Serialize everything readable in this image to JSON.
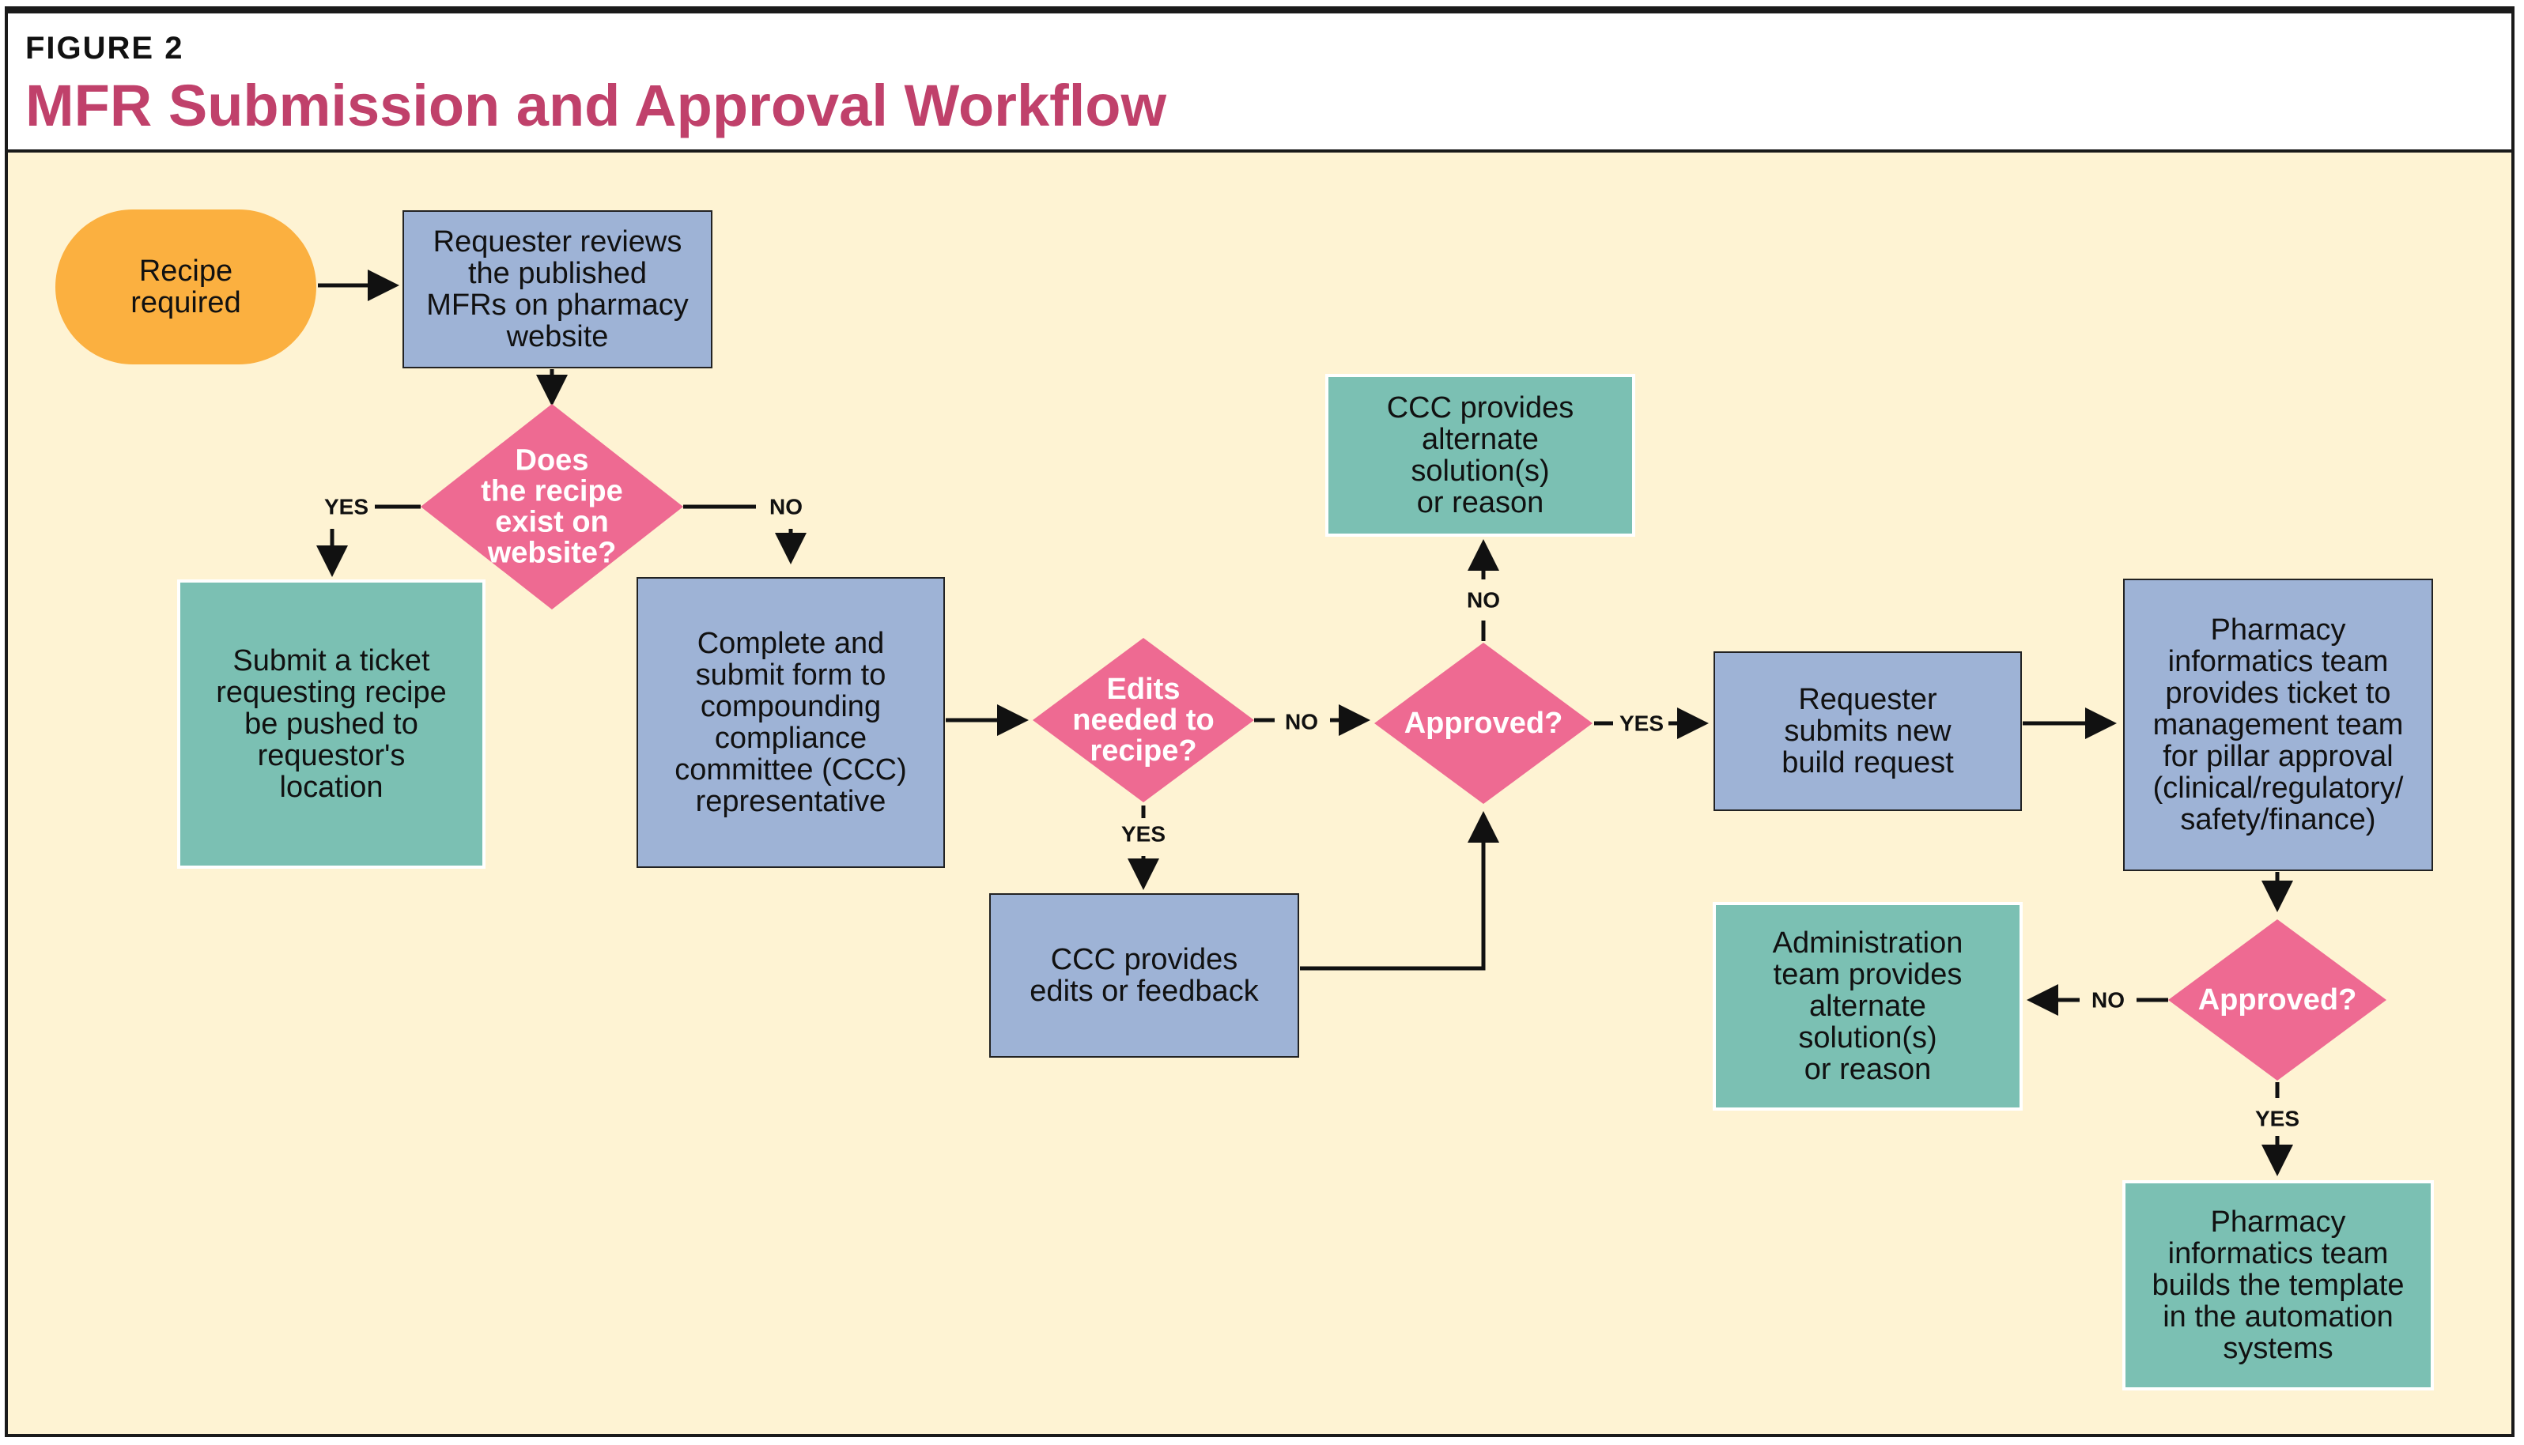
{
  "header": {
    "figure_label": "FIGURE 2",
    "title": "MFR Submission and Approval Workflow"
  },
  "colors": {
    "start_orange": "#fbb040",
    "box_blue": "#9eb3d6",
    "box_teal": "#7bc0b3",
    "diamond_pink": "#ee6a92",
    "title_pink": "#c0416b",
    "background": "#fef3d3"
  },
  "nodes": {
    "start": [
      "Recipe",
      "required"
    ],
    "review": [
      "Requester reviews",
      "the published",
      "MFRs on pharmacy",
      "website"
    ],
    "d_exist": [
      "Does",
      "the recipe",
      "exist on",
      "website?"
    ],
    "submit_ticket": [
      "Submit a ticket",
      "requesting recipe",
      "be pushed to",
      "requestor's",
      "location"
    ],
    "complete_form": [
      "Complete and",
      "submit form to",
      "compounding",
      "compliance",
      "committee (CCC)",
      "representative"
    ],
    "d_edits": [
      "Edits",
      "needed to",
      "recipe?"
    ],
    "ccc_edits": [
      "CCC provides",
      "edits or feedback"
    ],
    "d_approved1": [
      "Approved?"
    ],
    "ccc_alt": [
      "CCC provides",
      "alternate",
      "solution(s)",
      "or reason"
    ],
    "build_request": [
      "Requester",
      "submits new",
      "build request"
    ],
    "pillar": [
      "Pharmacy",
      "informatics team",
      "provides ticket to",
      "management team",
      "for pillar approval",
      "(clinical/regulatory/",
      "safety/finance)"
    ],
    "d_approved2": [
      "Approved?"
    ],
    "admin_alt": [
      "Administration",
      "team provides",
      "alternate",
      "solution(s)",
      "or reason"
    ],
    "builds": [
      "Pharmacy",
      "informatics team",
      "builds the template",
      "in the automation",
      "systems"
    ]
  },
  "edge_labels": {
    "yes": "YES",
    "no": "NO"
  }
}
